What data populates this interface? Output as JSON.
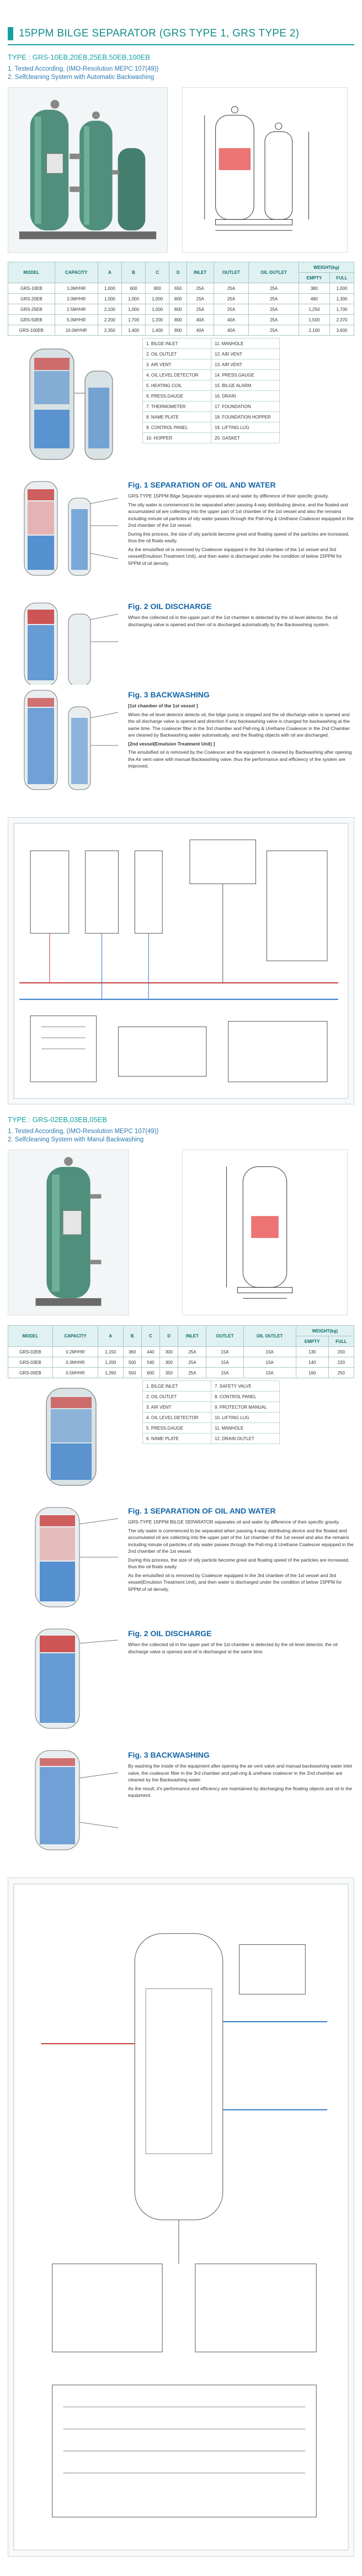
{
  "page_title": "15PPM BILGE SEPARATOR (GRS TYPE 1, GRS TYPE 2)",
  "type1": {
    "title": "TYPE : GRS-10EB,20EB,25EB,50EB,100EB",
    "features": [
      "1. Tested According, (IMO-Resolution MEPC 107(49))",
      "2. Selfcleaning System with Automatic Backwashing"
    ],
    "spec_headers": [
      "MODEL",
      "CAPACITY",
      "A",
      "B",
      "C",
      "D",
      "INLET",
      "OUTLET",
      "OIL OUTLET",
      "WEIGHT(kg)"
    ],
    "weight_sub": [
      "EMPTY",
      "FULL"
    ],
    "spec_rows": [
      [
        "GRS-10EB",
        "1.0M³/HR",
        "1,000",
        "600",
        "900",
        "650",
        "25A",
        "25A",
        "25A",
        "380",
        "1,000"
      ],
      [
        "GRS-20EB",
        "2.0M³/HR",
        "1,000",
        "1,000",
        "1,000",
        "800",
        "25A",
        "25A",
        "25A",
        "480",
        "1,300"
      ],
      [
        "GRS-25EB",
        "2.5M³/HR",
        "2,100",
        "1,000",
        "1,000",
        "800",
        "25A",
        "25A",
        "25A",
        "1,250",
        "1,700"
      ],
      [
        "GRS-50EB",
        "5.0M³/HR",
        "2,200",
        "1,700",
        "1,200",
        "800",
        "40A",
        "40A",
        "25A",
        "1,500",
        "2,370"
      ],
      [
        "GRS-100EB",
        "10.0M³/HR",
        "2,350",
        "1,400",
        "1,400",
        "800",
        "40A",
        "40A",
        "25A",
        "2,100",
        "3,600"
      ]
    ],
    "parts": [
      [
        "1. BILGE INLET",
        "11. MANHOLE"
      ],
      [
        "2. OIL OUTLET",
        "12. AIR VENT"
      ],
      [
        "3. AIR VENT",
        "13. AIR VENT"
      ],
      [
        "4. OIL LEVEL DETECTOR",
        "14. PRESS.GAUGE"
      ],
      [
        "5. HEATING COIL",
        "15. BILGE ALARM"
      ],
      [
        "6. PRESS.GAUGE",
        "16. DRAIN"
      ],
      [
        "7. THERMOMETER",
        "17. FOUNDATION"
      ],
      [
        "8. NAME PLATE",
        "18. FOUNDATION HOPPER"
      ],
      [
        "9. CONTROL PANEL",
        "19. LIFTING LUG"
      ],
      [
        "10. HOPPER",
        "20. GASKET"
      ]
    ],
    "fig1": {
      "title": "Fig. 1 SEPARATION OF OIL AND WATER",
      "paras": [
        "GRS-TYPE 15PPM Bilge Separator separates oil and water by difference of their specific gravity.",
        "The oily water is commenced to be separated when passing 4-way distributing device, and the floated and accumulated oil are collecting into the upper part of 1st chamber of the 1st vessel and also the remains including minute oil particles of oily water passes through the Pall-ring & Urethane Coalescer equipped in the 2nd chamber of the 1st vessel.",
        "During this process, the size of oily particle become great and floating speed of the particles are increased, thus the oil floats easily.",
        "As the emulsified oil is removed by Coalescer equipped in the 3rd chamber of the 1st vessel and 3rd vessel(Emulsion Treatment Unit), and then water is discharged under the condition of below 15PPM for 5PPM of oil density."
      ]
    },
    "fig2": {
      "title": "Fig. 2 OIL DISCHARGE",
      "paras": [
        "When the collected oil in the upper part of the 1st chamber is detected by the oil level detector, the oil discharging valve is opened and then oil is discharged automatically by the Backwashing system."
      ]
    },
    "fig3": {
      "title": "Fig. 3 BACKWASHING",
      "paras": [
        "[1st chamber of the 1st vessel ]",
        "When the oil level detector detects oil, the bilge pump is stopped and the oil discharge valve is opened and the oil discharge valve is opened and direction if any backwashing valve is changed for backwashing at the same time. The coalescer filter in the 3rd chamber and Pall-ring & Urethane Coalescer in the 2nd Chamber are cleaned by Backwashing water automatically, and the floating objects with oil are discharged.",
        "[2nd vessel(Emulsion Treatment Unit) ]",
        "The emulsified oil is removed by the Coalescer and the equipment is cleaned by Backwashing after opening the Air vent valve with manual Backwashing valve, thus the performance and efficiency of the system are improved."
      ]
    }
  },
  "type2": {
    "title": "TYPE : GRS-02EB,03EB,05EB",
    "features": [
      "1. Tested According, (IMO-Resolution MEPC 107(49))",
      "2. Selfcleaning System with Manul Backwashing"
    ],
    "spec_headers": [
      "MODEL",
      "CAPACITY",
      "A",
      "B",
      "C",
      "D",
      "INLET",
      "OUTLET",
      "OIL OUTLET",
      "WEIGHT(kg)"
    ],
    "weight_sub": [
      "EMPTY",
      "FULL"
    ],
    "spec_rows": [
      [
        "GRS-02EB",
        "0.2M³/HR",
        "1,150",
        "360",
        "440",
        "300",
        "25A",
        "15A",
        "15A",
        "130",
        "200"
      ],
      [
        "GRS-03EB",
        "0.3M³/HR",
        "1,200",
        "500",
        "540",
        "300",
        "25A",
        "15A",
        "15A",
        "140",
        "220"
      ],
      [
        "GRS-05EB",
        "0.5M³/HR",
        "1,260",
        "550",
        "600",
        "350",
        "25A",
        "15A",
        "15A",
        "160",
        "250"
      ]
    ],
    "parts": [
      [
        "1. BILGE INLET",
        "7. SAFETY VALVE"
      ],
      [
        "2. OIL OUTLET",
        "8. CONTROL PANEL"
      ],
      [
        "3. AIR VENT",
        "9. PROTECTOR MANUAL"
      ],
      [
        "4. OIL LEVEL DETECTOR",
        "10. LIFTING LUG"
      ],
      [
        "5. PRESS.GAUGE",
        "11. MANHOLE"
      ],
      [
        "6. NAME PLATE",
        "12. DRAIN OUTLET"
      ]
    ],
    "fig1": {
      "title": "Fig. 1 SEPARATION OF OIL AND WATER",
      "paras": [
        "GRS-TYPE 15PPM BILGE SEPARATOR separates oil and water by difference of their specific gravity.",
        "The oily water is commenced to be separated when passing 4-way distributing device and the floated and accumulated oil are collecting into the upper part of the 1st chamber of the 1st vessel and also the remains including minute oil particles of oily water passes through the Pall-ring & Urethane Coalescer equipped in the 2nd chamber of the 1st vessel.",
        "During this process, the size of oily particle become great and floating speed of the particles are increased, thus the oil floats easily.",
        "As the emulsified oil is removed by Coalescer equipped in the 3rd chamber of the 1st vessel and 3rd vessel(Emulsion Treatment Unit), and then water is discharged under the condition of below 15PPM for 5PPM of oil density."
      ]
    },
    "fig2": {
      "title": "Fig. 2 OIL DISCHARGE",
      "paras": [
        "When the collected oil in the upper part of the 1st chamber is detected by the oil level detector, the oil discharge valve is opened and oil is discharged at the same time."
      ]
    },
    "fig3": {
      "title": "Fig. 3 BACKWASHING",
      "paras": [
        "By washing the inside of the equipment after opening the air vent valve and manual backwashing water inlet valve, the coalescer filter in the 3rd chamber and pall-ring & urethane coalescer in the 2nd chamber are cleaned by the Backwashing water.",
        "As the result, it's performance and efficiency are maintained by discharging the floating objects and oil in the equipment."
      ]
    }
  },
  "colors": {
    "teal": "#18a0a0",
    "blue_title": "#1565a8",
    "vessel_green": "#4f8f7c",
    "water_blue": "#2f78c8",
    "oil_red": "#c83a3a"
  }
}
